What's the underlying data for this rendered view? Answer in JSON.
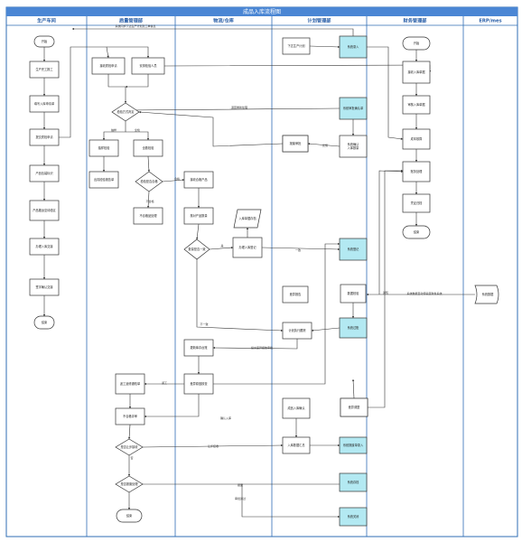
{
  "title": "成品入库流程图",
  "lanes": [
    {
      "id": "L1",
      "label": "生产车间"
    },
    {
      "id": "L2",
      "label": "质量管理部"
    },
    {
      "id": "L3",
      "label": "物流/仓库"
    },
    {
      "id": "L4",
      "label": "计划管理部"
    },
    {
      "id": "L5",
      "label": "财务管理部"
    },
    {
      "id": "L6",
      "label": "ERP/mes"
    }
  ],
  "nodes": [
    {
      "id": "s1",
      "shape": "terminal",
      "text": "开始"
    },
    {
      "id": "a1",
      "shape": "rect",
      "text": "生产完工报工"
    },
    {
      "id": "a2",
      "shape": "rect",
      "text": "填写入库申请单"
    },
    {
      "id": "a3",
      "shape": "rect",
      "text": "提交质检申请"
    },
    {
      "id": "a4",
      "shape": "rect",
      "text": "产品包装标识"
    },
    {
      "id": "a5",
      "shape": "rect",
      "text": "产品搬运至待检区"
    },
    {
      "id": "a6",
      "shape": "rect",
      "text": "办理入库交接"
    },
    {
      "id": "a7",
      "shape": "rect",
      "text": "签字确认交接"
    },
    {
      "id": "e1",
      "shape": "terminal",
      "text": "结束"
    },
    {
      "id": "b1",
      "shape": "rect",
      "text": "接收质检申请"
    },
    {
      "id": "b2",
      "shape": "rect",
      "text": "安排检验人员"
    },
    {
      "id": "b3",
      "shape": "diamond",
      "text": "检验方式判定"
    },
    {
      "id": "b4",
      "shape": "rect",
      "text": "抽样检验"
    },
    {
      "id": "b5",
      "shape": "rect",
      "text": "全数检验"
    },
    {
      "id": "b6",
      "shape": "rect",
      "text": "出具检验报告单"
    },
    {
      "id": "b7",
      "shape": "diamond",
      "text": "检验是否合格"
    },
    {
      "id": "b8",
      "shape": "rect",
      "text": "不合格品处理"
    },
    {
      "id": "b9",
      "shape": "rect",
      "text": "返工返修通知单"
    },
    {
      "id": "b10",
      "shape": "rect",
      "text": "不合格评审"
    },
    {
      "id": "b11",
      "shape": "diamond",
      "text": "是否让步接收"
    },
    {
      "id": "b12",
      "shape": "diamond",
      "text": "是否报废处理"
    },
    {
      "id": "e2",
      "shape": "terminal",
      "text": "结束"
    },
    {
      "id": "c1",
      "shape": "rect",
      "text": "接收合格产品"
    },
    {
      "id": "c2",
      "shape": "rect",
      "text": "核对产品数量"
    },
    {
      "id": "c3",
      "shape": "diamond",
      "text": "数量是否一致"
    },
    {
      "id": "c4",
      "shape": "rect",
      "text": "办理入库登记"
    },
    {
      "id": "c5",
      "shape": "io",
      "text": "入库单据存档"
    },
    {
      "id": "c6",
      "shape": "rect",
      "text": "更新库存台账"
    },
    {
      "id": "c7",
      "shape": "rect",
      "text": "差异原因核查"
    },
    {
      "id": "d1",
      "shape": "rect",
      "text": "下达生产计划"
    },
    {
      "id": "d2",
      "shape": "rect",
      "text": "计划调整审批"
    },
    {
      "id": "d3",
      "shape": "rect",
      "text": "计划执行跟踪"
    },
    {
      "id": "d4",
      "shape": "rect",
      "text": "成品入库确认"
    },
    {
      "id": "d5",
      "shape": "rect",
      "text": "入库数据汇总"
    },
    {
      "id": "d6",
      "shape": "rect",
      "text": "差异报告"
    },
    {
      "id": "d7",
      "shape": "rect",
      "text": "异常处理"
    },
    {
      "id": "d8",
      "shape": "rect",
      "text": "报废审批"
    },
    {
      "id": "f0",
      "shape": "terminal",
      "text": "开始"
    },
    {
      "id": "f1",
      "shape": "rect",
      "text": "接收入库单据"
    },
    {
      "id": "f2",
      "shape": "rect",
      "text": "审核入库单据"
    },
    {
      "id": "f3",
      "shape": "rect",
      "text": "成本核算"
    },
    {
      "id": "f4",
      "shape": "rect",
      "text": "账务处理"
    },
    {
      "id": "f5",
      "shape": "rect",
      "text": "凭证归档"
    },
    {
      "id": "e3",
      "shape": "terminal",
      "text": "结束"
    },
    {
      "id": "g1",
      "shape": "doc",
      "text": "系统数据"
    },
    {
      "id": "h1",
      "shape": "rect",
      "text": "系统录入",
      "hl": true
    },
    {
      "id": "h2",
      "shape": "rect",
      "text": "系统审批确认单",
      "hl": true
    },
    {
      "id": "h3",
      "shape": "rect",
      "text": "系统确认\n入库数量",
      "hl": false
    },
    {
      "id": "h4",
      "shape": "rect",
      "text": "系统登记",
      "hl": true
    },
    {
      "id": "h5",
      "shape": "rect",
      "text": "系统过账",
      "hl": true
    },
    {
      "id": "h6",
      "shape": "rect",
      "text": "系统报废单录入",
      "hl": true
    },
    {
      "id": "h7",
      "shape": "rect",
      "text": "系统存档",
      "hl": true
    },
    {
      "id": "h8",
      "shape": "rect",
      "text": "系统关闭",
      "hl": true
    },
    {
      "id": "h9",
      "shape": "rect",
      "text": "差异调整"
    },
    {
      "id": "h10",
      "shape": "rect",
      "text": "数据校验"
    }
  ],
  "edge_labels": {
    "sync": "系统同步下达生产计划及工单信息",
    "sample": "抽样",
    "full": "全检",
    "ok": "合格",
    "ng": "不合格",
    "yes": "是",
    "no": "否",
    "consistent": "一致",
    "diff": "不一致",
    "feedback": "反馈",
    "notify": "通知",
    "data": "系统数据自动传输至财务系统",
    "confirm": "确认入库",
    "report": "提交差异报告审批",
    "rework": "返工",
    "ynconc": "让步接收",
    "scrap": "报废",
    "approve": "审批通过",
    "back": "退回重新处理"
  }
}
